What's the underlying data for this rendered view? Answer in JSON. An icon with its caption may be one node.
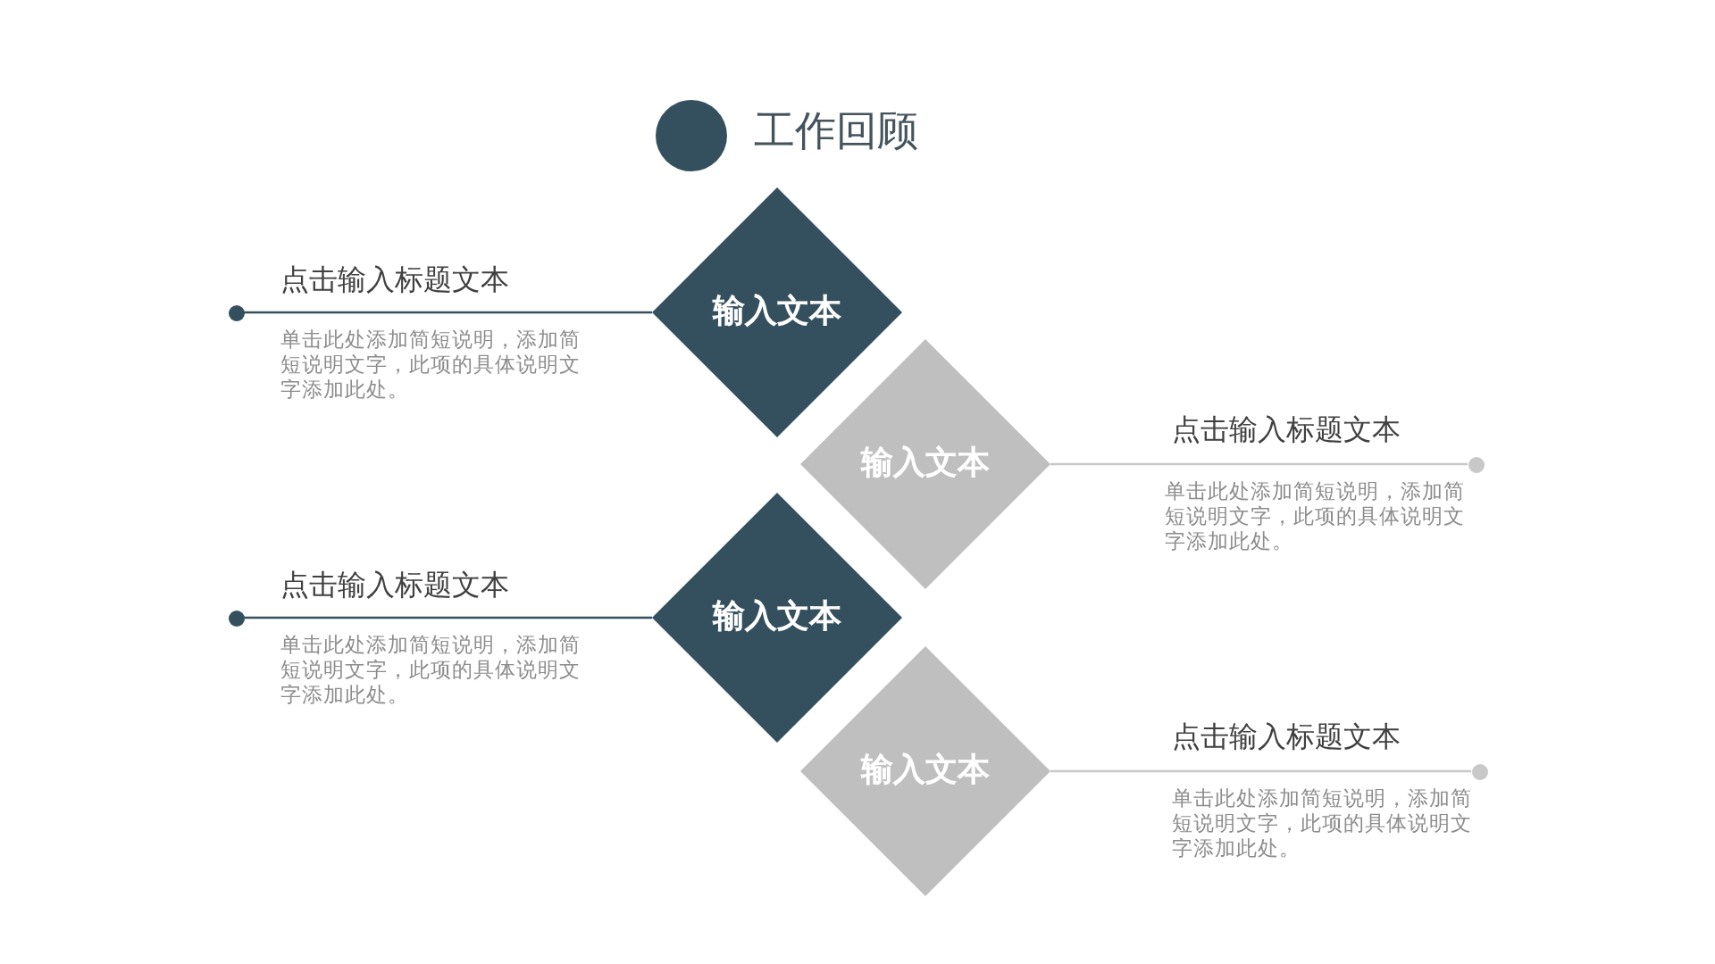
{
  "diagram": {
    "title": "工作回顾",
    "nodes": [
      {
        "text": [],
        "shape": "circle",
        "beside": [
          "点击输入标题文本",
          "单击此处添加简短说明，添加简短说明文字，此项的具体说明文字添加此处。"
        ]
      },
      {
        "text": [
          "输入文本"
        ]
      },
      {
        "text": [
          "输入文本"
        ]
      },
      {
        "text": [],
        "shape": "circle",
        "beside": [
          "点击输入标题文本",
          "单击此处添加简短说明，添加简短说明文字，此项的具体说明文字添加此处。"
        ]
      },
      {
        "text": [],
        "shape": "circle",
        "beside": [
          "点击输入标题文本",
          "单击此处添加简短说明，添加简短说明文字，此项的具体说明文字添加此处。"
        ]
      },
      {
        "text": [
          "输入文本"
        ]
      },
      {
        "text": [
          "输入文本"
        ]
      },
      {
        "text": [],
        "shape": "circle",
        "beside": [
          "点击输入标题文本",
          "单击此处添加简短说明，添加简短说明文字，此项的具体说明文字添加此处。"
        ]
      }
    ],
    "edges": [
      {
        "from": 1,
        "to": 0,
        "arrow": "none"
      },
      {
        "from": 2,
        "to": 3,
        "arrow": "none",
        "color": "#c8c8c8"
      },
      {
        "from": 5,
        "to": 4,
        "arrow": "none"
      },
      {
        "from": 6,
        "to": 7,
        "arrow": "none",
        "color": "#c8c8c8"
      }
    ]
  }
}
